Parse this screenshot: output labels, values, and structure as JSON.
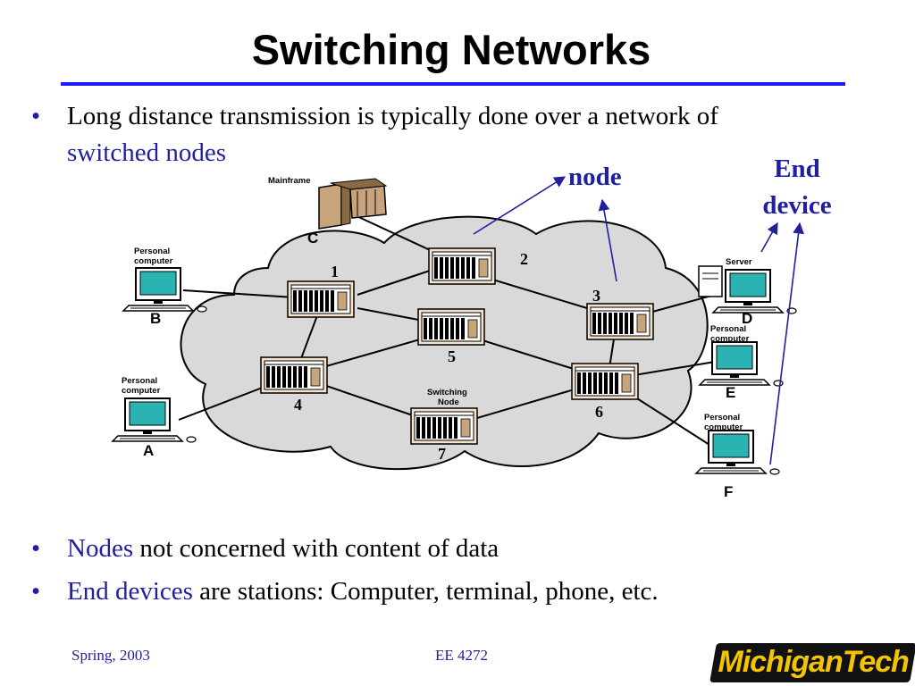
{
  "title": "Switching Networks",
  "bullets": {
    "b1_line1": "Long distance transmission is typically done over a network of",
    "b1_line2": "switched nodes",
    "b2_highlight": "Nodes",
    "b2_rest": " not concerned with content of data",
    "b3_highlight": "End devices",
    "b3_rest": " are stations: Computer, terminal, phone, etc.",
    "marker": "•"
  },
  "callouts": {
    "node": "node",
    "end_device_line1": "End",
    "end_device_line2": "device"
  },
  "diagram": {
    "caption_mainframe": "Mainframe",
    "caption_server": "Server",
    "caption_pc": "Personal",
    "caption_pc2": "computer",
    "caption_switching1": "Switching",
    "caption_switching2": "Node",
    "station_A": "A",
    "station_B": "B",
    "station_C": "C",
    "station_D": "D",
    "station_E": "E",
    "station_F": "F",
    "node_1": "1",
    "node_2": "2",
    "node_3": "3",
    "node_4": "4",
    "node_5": "5",
    "node_6": "6",
    "node_7": "7"
  },
  "footer": {
    "left": "Spring, 2003",
    "center": "EE 4272",
    "logo": "MichiganTech"
  },
  "colors": {
    "accent_blue": "#1f1fa0",
    "rule_blue": "#1a1aff",
    "cloud_fill": "#d9d9d9",
    "logo_yellow": "#f2c500"
  }
}
